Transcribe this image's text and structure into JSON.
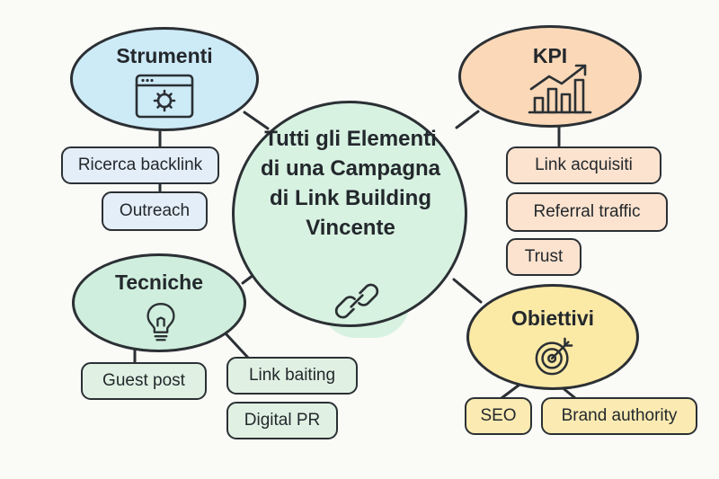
{
  "center": {
    "title": "Tutti gli Elementi di una Campagna di Link Building Vincente",
    "icon": "link-chain-icon"
  },
  "branches": {
    "strumenti": {
      "title": "Strumenti",
      "icon": "browser-gear-icon",
      "color": "#cdeaf7",
      "items": [
        "Ricerca backlink",
        "Outreach"
      ]
    },
    "kpi": {
      "title": "KPI",
      "icon": "bar-chart-growth-icon",
      "color": "#fad8b8",
      "items": [
        "Link acquisiti",
        "Referral traffic",
        "Trust"
      ]
    },
    "tecniche": {
      "title": "Tecniche",
      "icon": "lightbulb-icon",
      "color": "#cfeedd",
      "items": [
        "Guest post",
        "Link baiting",
        "Digital PR"
      ]
    },
    "obiettivi": {
      "title": "Obiettivi",
      "icon": "target-arrow-icon",
      "color": "#fbe9a6",
      "items": [
        "SEO",
        "Brand authority"
      ]
    }
  }
}
